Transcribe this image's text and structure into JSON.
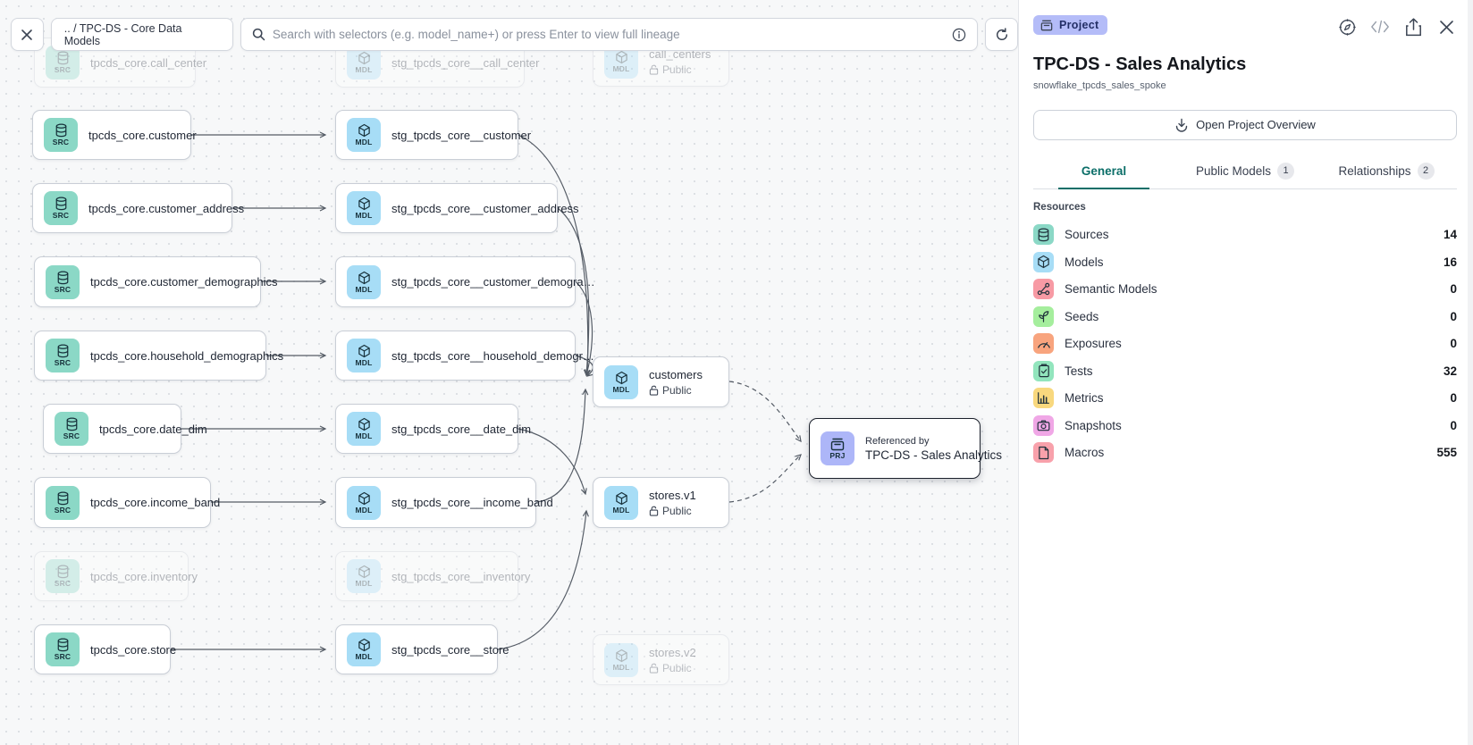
{
  "toolbar": {
    "close_icon": "close-icon",
    "breadcrumb": ".. / TPC-DS - Core Data Models",
    "search_placeholder": "Search with selectors (e.g. model_name+) or press Enter to view full lineage",
    "search_icon": "search-icon",
    "info_icon": "info-icon",
    "refresh_icon": "refresh-icon"
  },
  "graph": {
    "nodes": [
      {
        "id": "src-call-center",
        "type": "SRC",
        "label": "tpcds_core.call_center",
        "faded": true
      },
      {
        "id": "mdl-stg-call-center",
        "type": "MDL",
        "label": "stg_tpcds_core__call_center",
        "faded": true
      },
      {
        "id": "mdl-call-centers",
        "type": "MDL",
        "label": "call_centers",
        "public": "Public",
        "faded": true
      },
      {
        "id": "src-customer",
        "type": "SRC",
        "label": "tpcds_core.customer"
      },
      {
        "id": "mdl-stg-customer",
        "type": "MDL",
        "label": "stg_tpcds_core__customer"
      },
      {
        "id": "src-customer-address",
        "type": "SRC",
        "label": "tpcds_core.customer_address"
      },
      {
        "id": "mdl-stg-customer-address",
        "type": "MDL",
        "label": "stg_tpcds_core__customer_address"
      },
      {
        "id": "src-customer-demographics",
        "type": "SRC",
        "label": "tpcds_core.customer_demographics"
      },
      {
        "id": "mdl-stg-customer-demographics",
        "type": "MDL",
        "label": "stg_tpcds_core__customer_demogra…"
      },
      {
        "id": "src-household-demographics",
        "type": "SRC",
        "label": "tpcds_core.household_demographics"
      },
      {
        "id": "mdl-stg-household-demographics",
        "type": "MDL",
        "label": "stg_tpcds_core__household_demogr…"
      },
      {
        "id": "src-date-dim",
        "type": "SRC",
        "label": "tpcds_core.date_dim"
      },
      {
        "id": "mdl-stg-date-dim",
        "type": "MDL",
        "label": "stg_tpcds_core__date_dim"
      },
      {
        "id": "src-income-band",
        "type": "SRC",
        "label": "tpcds_core.income_band"
      },
      {
        "id": "mdl-stg-income-band",
        "type": "MDL",
        "label": "stg_tpcds_core__income_band"
      },
      {
        "id": "src-inventory",
        "type": "SRC",
        "label": "tpcds_core.inventory",
        "faded": true
      },
      {
        "id": "mdl-stg-inventory",
        "type": "MDL",
        "label": "stg_tpcds_core__inventory",
        "faded": true
      },
      {
        "id": "src-store",
        "type": "SRC",
        "label": "tpcds_core.store"
      },
      {
        "id": "mdl-stg-store",
        "type": "MDL",
        "label": "stg_tpcds_core__store"
      },
      {
        "id": "mdl-customers",
        "type": "MDL",
        "label": "customers",
        "public": "Public"
      },
      {
        "id": "mdl-stores-v1",
        "type": "MDL",
        "label": "stores.v1",
        "public": "Public"
      },
      {
        "id": "mdl-stores-v2",
        "type": "MDL",
        "label": "stores.v2",
        "public": "Public",
        "faded": true
      },
      {
        "id": "prj-sales-analytics",
        "type": "PRJ",
        "caption": "Referenced by",
        "label": "TPC-DS - Sales Analytics",
        "selected": true
      }
    ],
    "badge_colors": {
      "SRC": "#8bd8c6",
      "MDL": "#a7ddf6",
      "PRJ": "#adb6f8"
    }
  },
  "panel": {
    "top_icons": [
      "compass-icon",
      "code-icon",
      "share-icon",
      "close-icon"
    ],
    "type_badge": {
      "label": "Project",
      "icon": "project-icon"
    },
    "title": "TPC-DS - Sales Analytics",
    "subtitle": "snowflake_tpcds_sales_spoke",
    "overview_button": {
      "label": "Open Project Overview",
      "icon": "open-overview-icon"
    },
    "tabs": [
      {
        "label": "General",
        "active": true
      },
      {
        "label": "Public Models",
        "badge": "1"
      },
      {
        "label": "Relationships",
        "badge": "2"
      }
    ],
    "resources": {
      "heading": "Resources",
      "items": [
        {
          "icon": "sources-icon",
          "label": "Sources",
          "count": "14",
          "color": "#8bd8c6"
        },
        {
          "icon": "models-icon",
          "label": "Models",
          "count": "16",
          "color": "#a7ddf6"
        },
        {
          "icon": "semantic-models-icon",
          "label": "Semantic Models",
          "count": "0",
          "color": "#f79aa4"
        },
        {
          "icon": "seeds-icon",
          "label": "Seeds",
          "count": "0",
          "color": "#a5ee9d"
        },
        {
          "icon": "exposures-icon",
          "label": "Exposures",
          "count": "0",
          "color": "#f8a47e"
        },
        {
          "icon": "tests-icon",
          "label": "Tests",
          "count": "32",
          "color": "#92e5bd"
        },
        {
          "icon": "metrics-icon",
          "label": "Metrics",
          "count": "0",
          "color": "#f8d87e"
        },
        {
          "icon": "snapshots-icon",
          "label": "Snapshots",
          "count": "0",
          "color": "#f0a7e6"
        },
        {
          "icon": "macros-icon",
          "label": "Macros",
          "count": "555",
          "color": "#f8a1ab"
        }
      ]
    }
  }
}
